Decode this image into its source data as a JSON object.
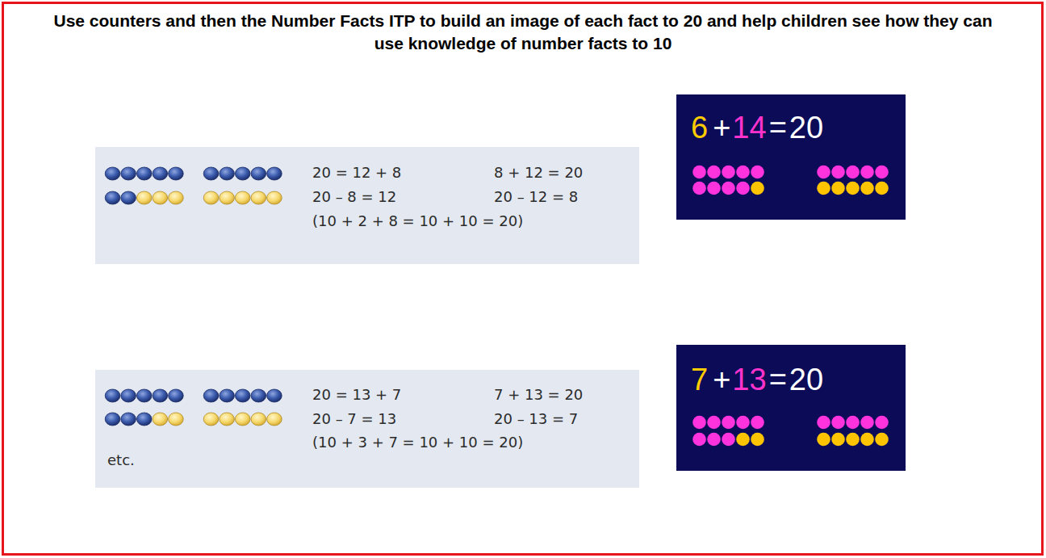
{
  "diagram": {
    "title": "Use counters and then the Number Facts ITP to build an image of each fact to 20 and help children see how they can use knowledge of number facts to 10",
    "nodes": [
      {
        "text": [
          "20 = 12 + 8",
          "8 + 12 = 20",
          "20 – 8 = 12",
          "20 – 12 = 8",
          "(10 + 2 + 8 = 10 + 10 = 20)"
        ]
      },
      {
        "text": [
          "6",
          "+",
          "14",
          "=",
          "20"
        ]
      },
      {
        "text": [
          "20 = 13 + 7",
          "7 + 13 = 20",
          "20 – 7 = 13",
          "20 – 13 = 7",
          "(10 + 3 + 7 = 10 + 10 = 20)",
          "etc."
        ]
      },
      {
        "text": [
          "7",
          "+",
          "13",
          "=",
          "20"
        ]
      }
    ]
  }
}
